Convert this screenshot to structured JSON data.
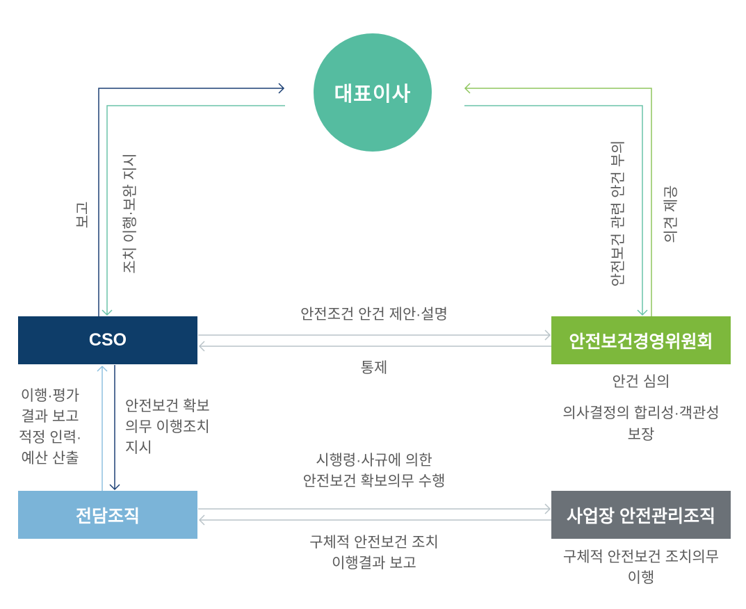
{
  "ceo": {
    "label": "대표이사"
  },
  "boxes": {
    "cso": "CSO",
    "committee": "안전보건경영위원회",
    "dept": "전담조직",
    "site": "사업장 안전관리조직"
  },
  "vertical_labels": {
    "report": "보고",
    "action_instruction": "조치 이행·보완 지시",
    "committee_agenda": "안전보건 관련 안건 부의",
    "opinion": "의견 제공"
  },
  "horizontal_labels": {
    "proposal": "안전조건 안건 제안·설명",
    "control": "통제"
  },
  "committee_notes": {
    "line1": "안건 심의",
    "line2": "의사결정의 합리성·객관성",
    "line3": "보장"
  },
  "left_notes": {
    "line1": "이행·평가",
    "line2": "결과 보고",
    "line3": "적정 인력·",
    "line4": "예산 산출"
  },
  "cso_instruction": {
    "line1": "안전보건 확보",
    "line2": "의무 이행조치",
    "line3": "지시"
  },
  "middle_top": {
    "line1": "시행령·사규에 의한",
    "line2": "안전보건 확보의무 수행"
  },
  "middle_bottom": {
    "line1": "구체적 안전보건 조치",
    "line2": "이행결과 보고"
  },
  "site_notes": {
    "line1": "구체적 안전보건 조치의무",
    "line2": "이행"
  },
  "colors": {
    "ceo": "#55bca0",
    "cso": "#0e3d69",
    "committee": "#7db83c",
    "dept": "#7bb4d8",
    "site": "#6b7177"
  }
}
